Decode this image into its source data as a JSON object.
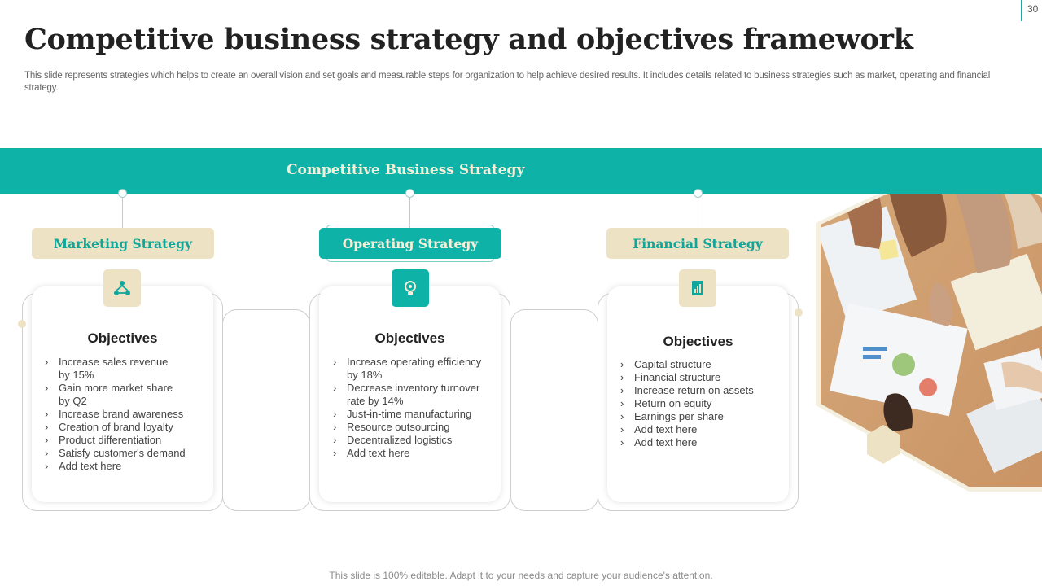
{
  "slide_number": "30",
  "title": "Competitive business strategy and objectives framework",
  "subtitle": "This slide represents strategies which helps to create an overall vision and set goals and measurable steps for organization to help achieve desired results. It includes details related to business strategies such as market, operating and financial strategy.",
  "banner": {
    "label": "Competitive Business Strategy",
    "color": "#0fb2a6"
  },
  "columns": [
    {
      "label": "Marketing Strategy",
      "icon": "marketing-network-icon",
      "heading": "Objectives",
      "items": [
        "Increase sales revenue",
        "by 15%",
        "Gain more market share",
        "by Q2",
        "Increase brand awareness",
        "Creation of brand loyalty",
        "Product differentiation",
        "Satisfy customer's demand",
        "Add text here"
      ]
    },
    {
      "label": "Operating Strategy",
      "icon": "lightbulb-gear-icon",
      "heading": "Objectives",
      "items": [
        "Increase operating efficiency",
        "by 18%",
        "Decrease inventory turnover",
        "rate by 14%",
        "Just-in-time manufacturing",
        "Resource outsourcing",
        "Decentralized logistics",
        "Add text here"
      ]
    },
    {
      "label": "Financial Strategy",
      "icon": "finance-report-icon",
      "heading": "Objectives",
      "items": [
        "Capital structure",
        "Financial structure",
        "Increase return on assets",
        "Return on equity",
        "Earnings per share",
        "Add text here",
        "Add text here"
      ]
    }
  ],
  "photo": {
    "icon": "team-meeting-photo"
  },
  "footer": "This slide is 100% editable. Adapt it to your needs and capture your audience's attention.",
  "colors": {
    "teal": "#0fb2a6",
    "beige": "#ede3c4",
    "cream_text": "#f4efd8"
  }
}
